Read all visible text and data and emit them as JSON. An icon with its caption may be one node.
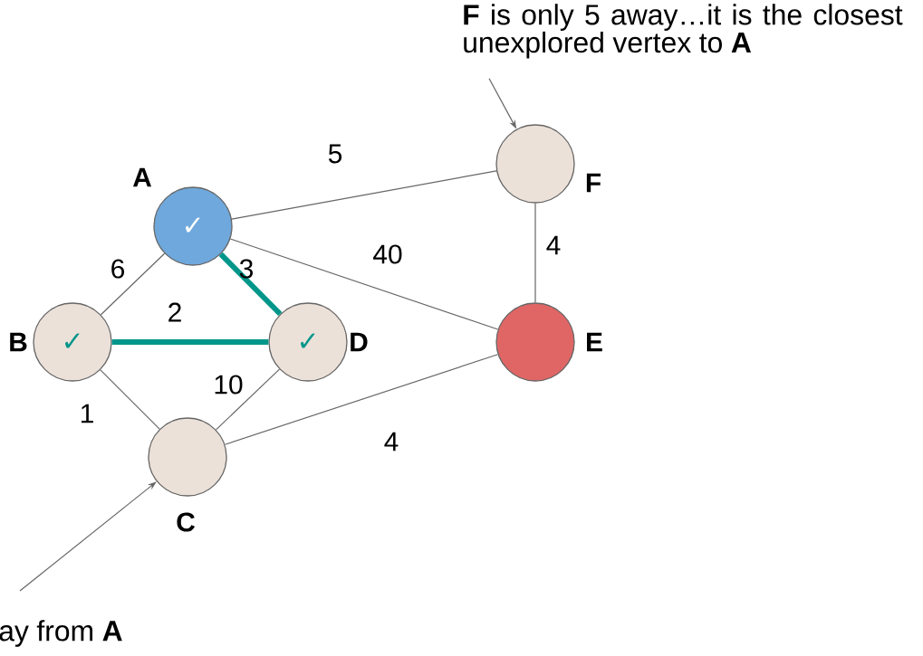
{
  "diagram": {
    "nodes": [
      {
        "text": [
          "✓"
        ],
        "beside": [
          "A"
        ]
      },
      {
        "text": [
          "✓"
        ],
        "beside": [
          "B"
        ]
      },
      {
        "text": [],
        "shape": "circle",
        "beside": [
          "C"
        ]
      },
      {
        "text": [
          "✓"
        ],
        "beside": [
          "D"
        ]
      },
      {
        "text": [],
        "shape": "circle",
        "beside": [
          "E"
        ]
      },
      {
        "text": [],
        "shape": "circle",
        "beside": [
          "F"
        ]
      },
      {
        "text": [
          "**F** is only 5 away…it is the closest unexplored vertex to **A**"
        ]
      },
      {
        "text": [
          "ay from **A**"
        ]
      }
    ],
    "edges": [
      {
        "from": 0,
        "to": 5,
        "arrow": "none",
        "label": "5"
      },
      {
        "from": 0,
        "to": 4,
        "arrow": "none",
        "label": "40"
      },
      {
        "from": 0,
        "to": 3,
        "arrow": "none",
        "label": "3",
        "style": "thick",
        "color": "#00968a"
      },
      {
        "from": 0,
        "to": 1,
        "arrow": "none",
        "label": "6"
      },
      {
        "from": 1,
        "to": 3,
        "arrow": "none",
        "label": "2",
        "style": "thick",
        "color": "#00968a"
      },
      {
        "from": 1,
        "to": 2,
        "arrow": "none",
        "label": "1"
      },
      {
        "from": 3,
        "to": 2,
        "arrow": "none",
        "label": "10"
      },
      {
        "from": 2,
        "to": 4,
        "arrow": "none",
        "label": "4"
      },
      {
        "from": 5,
        "to": 4,
        "arrow": "none",
        "label": "4"
      },
      {
        "from": 6,
        "to": 5,
        "arrow": "to"
      },
      {
        "from": 7,
        "to": 2,
        "arrow": "to"
      }
    ]
  }
}
